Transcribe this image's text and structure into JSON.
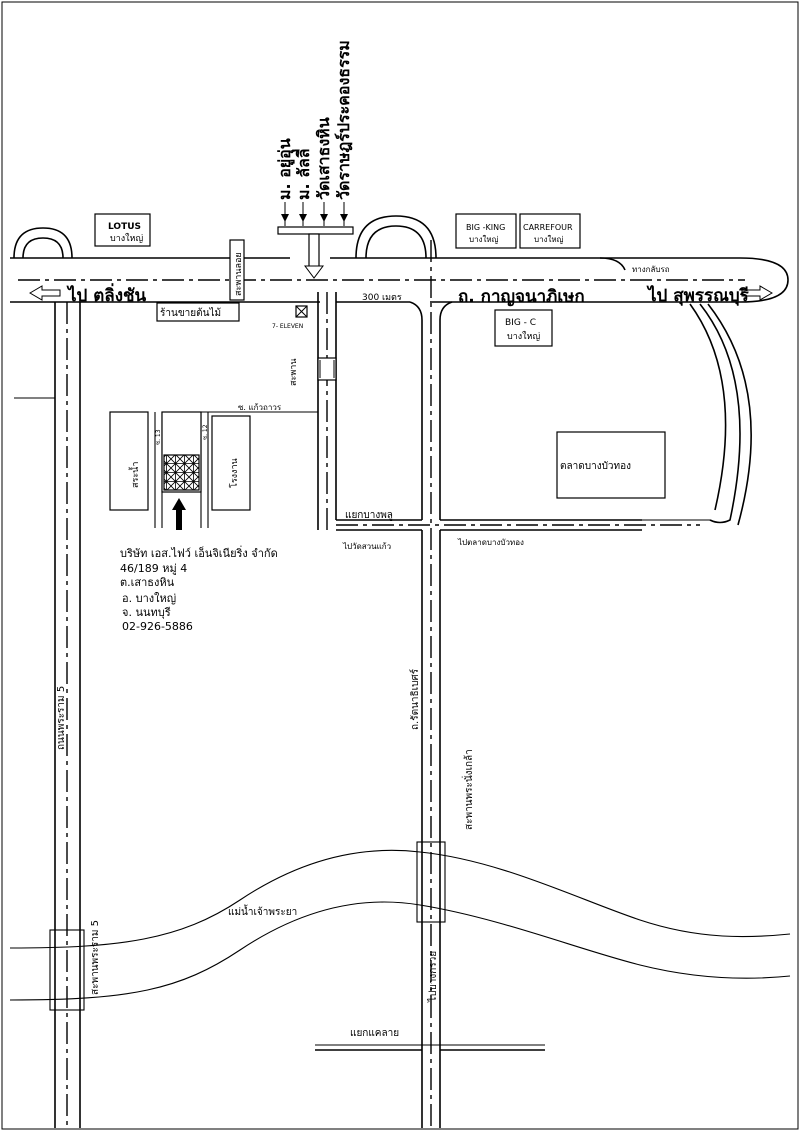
{
  "roads": {
    "kanchanaphisek": "ถ. กาญจนาภิเษก",
    "to_talingchan": "ไป ตลิ่งชัน",
    "to_suphanburi": "ไป สุพรรณบุรี",
    "u_turn": "ทางกลับรถ",
    "distance_300m": "300 เมตร",
    "rama5_road": "ถนนพระราม 5",
    "rattanathibet": "ถ.รัตนาธิเบศร์",
    "soi_kaewtaran": "ซ. แก้วถาวร",
    "soi_13": "ซ. 13",
    "soi_12": "ซ. 12",
    "to_wat_suan_kaew": "ไปวัดสวนแก้ว",
    "to_bang_bua_thong_market": "ไปตลาดบางบัวทอง",
    "yaek_bang_phlu": "แยกบางพลู",
    "yaek_khae_rai": "แยกแคลาย",
    "to_bang_kruai": "ไปบางกรวย",
    "chao_phraya": "แม่น้ำเจ้าพระยา"
  },
  "bridges": {
    "top_bridge": "สะพานลอย",
    "canal_bridge": "สะพาน",
    "rama5_bridge": "สะพานพระราม 5",
    "nonthaburi_bridge": "สะพานพระนั่งเกล้า"
  },
  "landmarks": {
    "lotus": "LOTUS",
    "lotus_sub": "บางใหญ่",
    "big_king": "BIG -KING",
    "big_king_sub": "บางใหญ่",
    "carrefour": "CARREFOUR",
    "carrefour_sub": "บางใหญ่",
    "big_c": "BIG - C",
    "big_c_sub": "บางใหญ่",
    "tree_shop": "ร้านขายต้นไม้",
    "seven_eleven": "7- ELEVEN",
    "pond": "สระน้ำ",
    "factory": "โรงงาน",
    "market": "ตลาดบางบัวทอง"
  },
  "villages": [
    "ม. อยู่อุ่น",
    "ม. ลัลลี่",
    "วัดเสาธงหิน",
    "วัดราษฎร์ประคองธรรม"
  ],
  "company": {
    "name": "บริษัท เอส.ไฟว์ เอ็นจิเนียริ่ง จำกัด",
    "address1": "46/189 หมู่ 4",
    "address2": "ต.เสาธงหิน",
    "address3": "อ. บางใหญ่",
    "address4": "จ. นนทบุรี",
    "phone": "02-926-5886"
  }
}
